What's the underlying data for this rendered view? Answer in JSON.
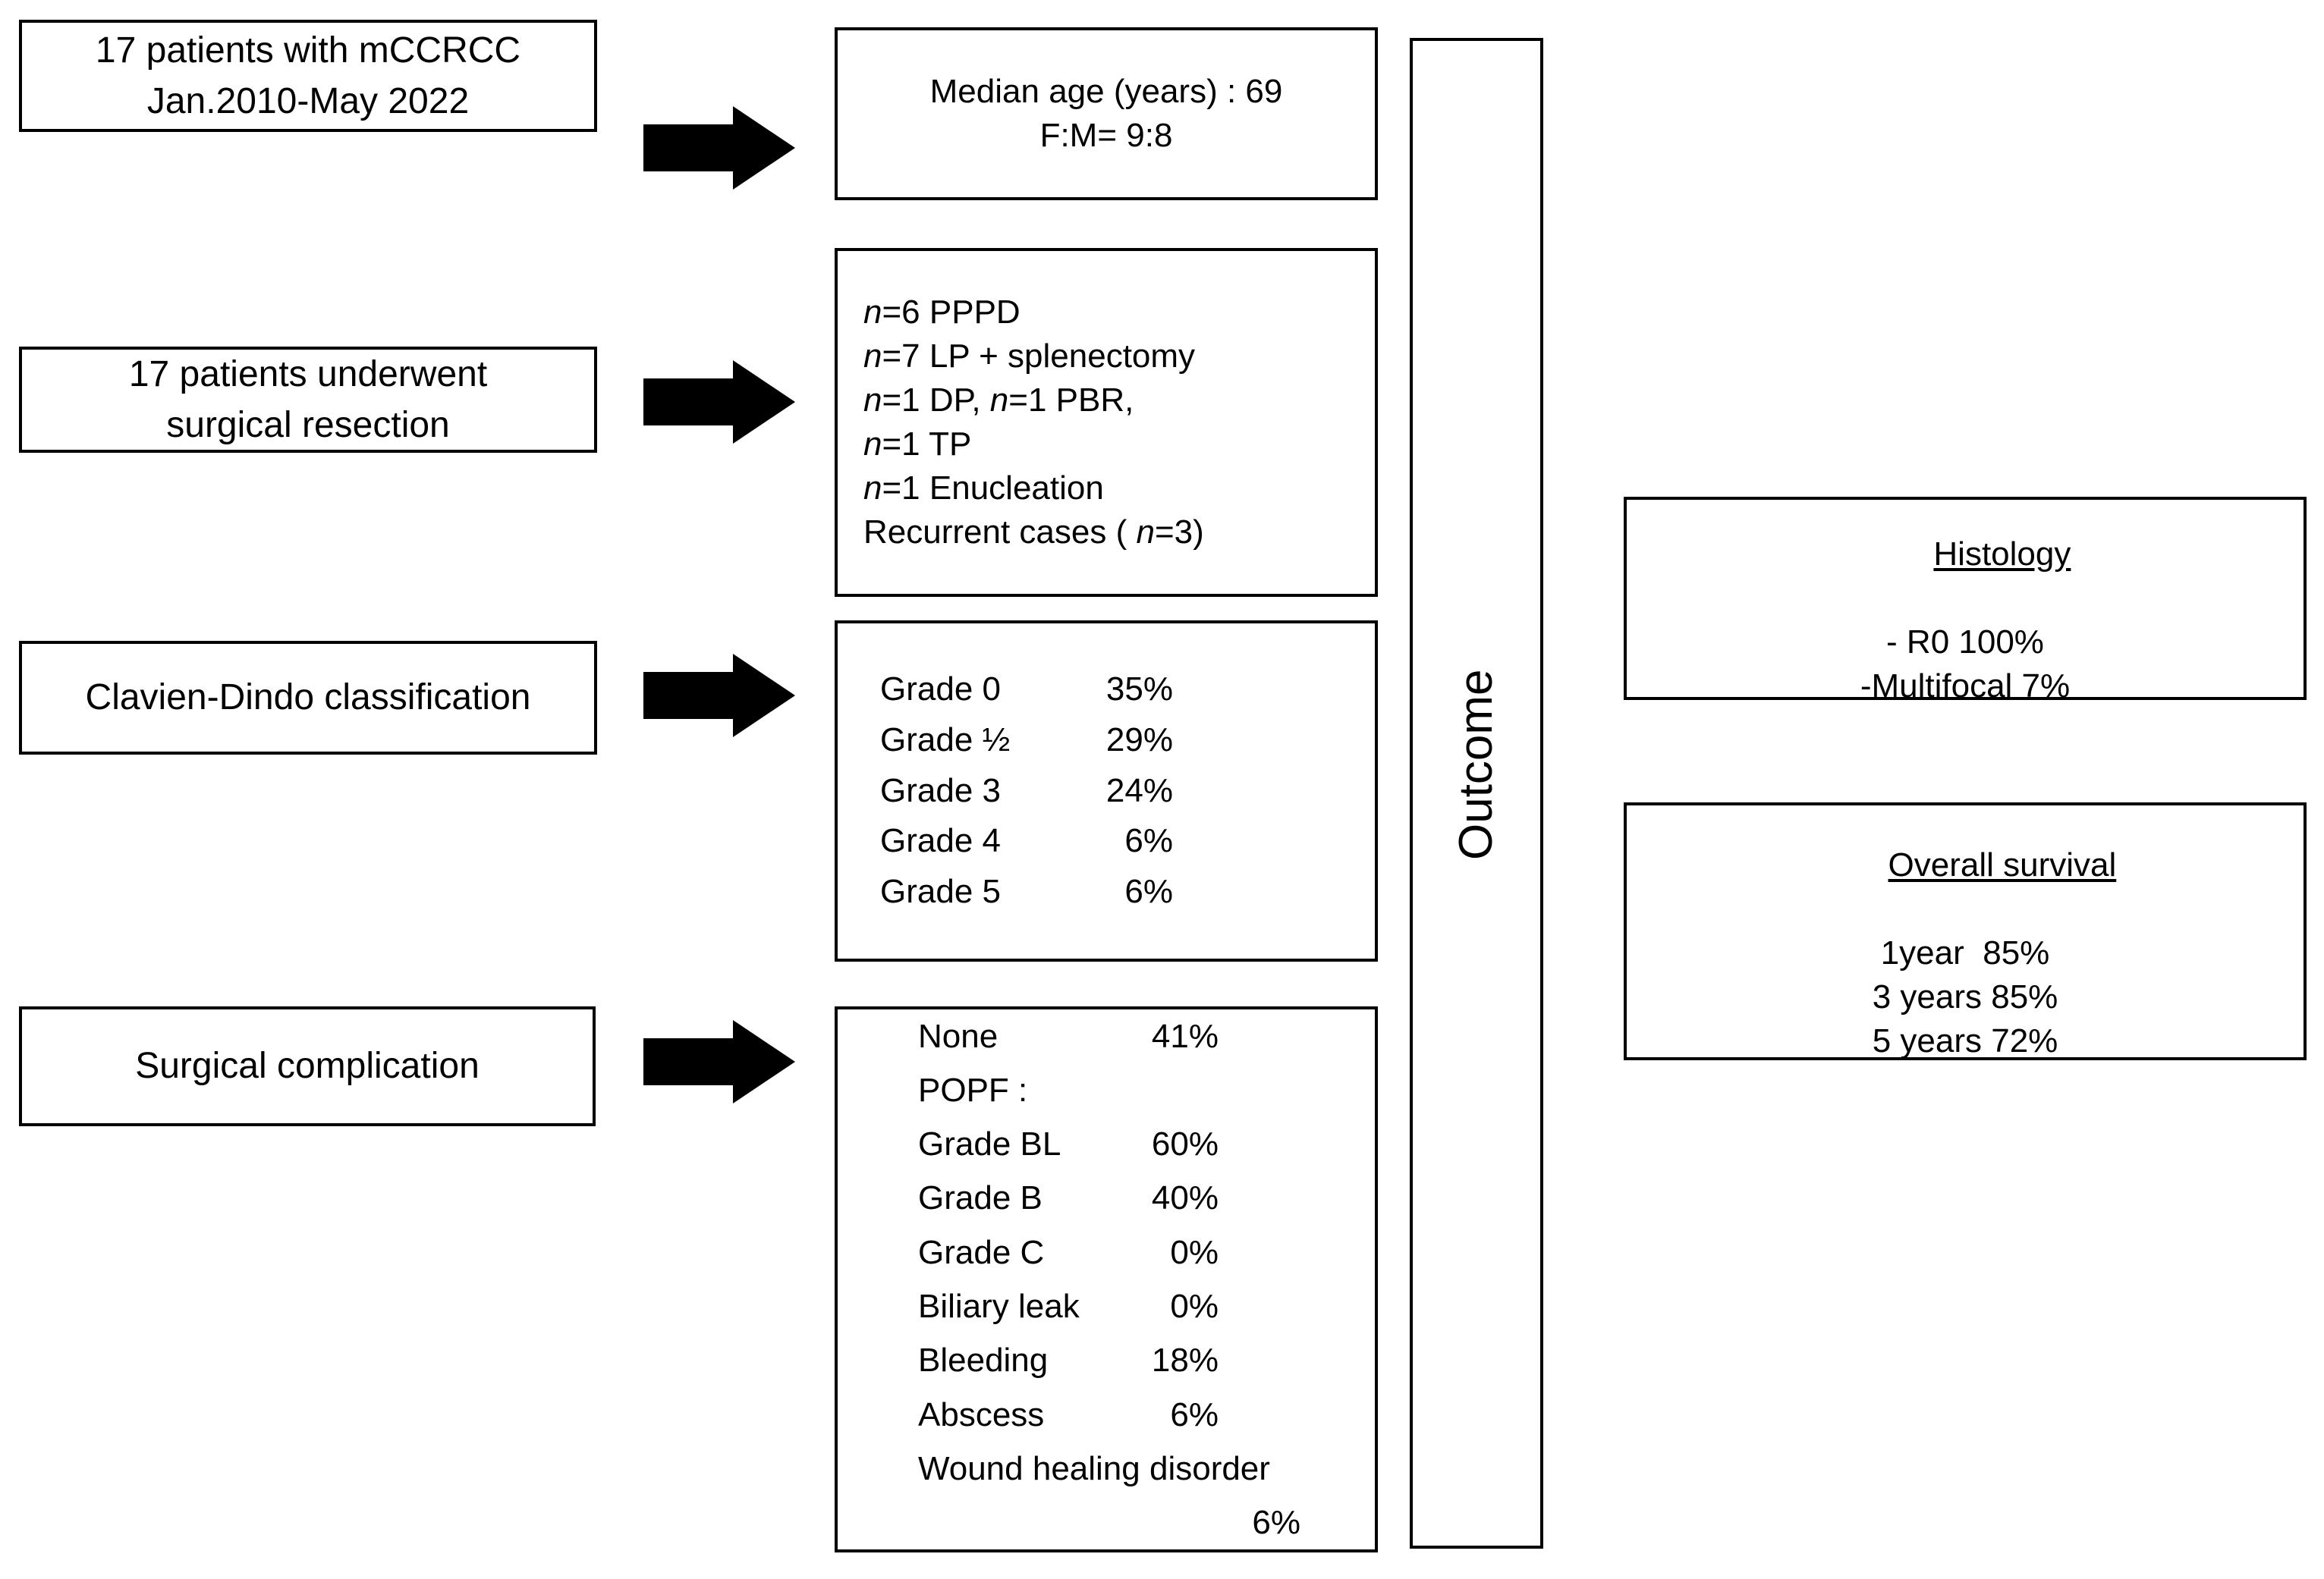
{
  "diagram": {
    "title": "Study flowchart of metastatic clear cell renal cell carcinoma to the pancreas",
    "stroke_color": "#000000",
    "background_color": "#ffffff"
  },
  "column_left": {
    "steps": [
      {
        "name": "cohort",
        "lines": [
          "17 patients with mCCRCC",
          "Jan.2010-May 2022"
        ]
      },
      {
        "name": "resection",
        "lines": [
          "17 patients underwent",
          "surgical resection"
        ]
      },
      {
        "name": "clavien-dindo",
        "lines": [
          "Clavien-Dindo classification"
        ]
      },
      {
        "name": "surgical-complication",
        "lines": [
          "Surgical complication"
        ]
      }
    ]
  },
  "column_middle": {
    "demographics": {
      "lines": [
        "Median age (years) : 69",
        "F:M= 9:8"
      ]
    },
    "procedures": {
      "items": [
        {
          "n": "n",
          "eq": "=6 PPPD"
        },
        {
          "n": "n",
          "eq": "=7 LP + splenectomy"
        },
        {
          "n": "n",
          "eq": "=1 DP, ",
          "n2": "n",
          "eq2": "=1 PBR,"
        },
        {
          "n": "n",
          "eq": "=1 TP"
        },
        {
          "n": "n",
          "eq": "=1 Enucleation"
        }
      ],
      "recurrent_prefix": "Recurrent cases ( ",
      "recurrent_n": "n",
      "recurrent_suffix": "=3)"
    },
    "clavien_grades": {
      "rows": [
        {
          "label": "Grade 0",
          "value": "35%"
        },
        {
          "label": "Grade ½",
          "value": "29%"
        },
        {
          "label": "Grade 3",
          "value": "24%"
        },
        {
          "label": "Grade 4",
          "value": "6%"
        },
        {
          "label": "Grade 5",
          "value": "6%"
        }
      ]
    },
    "complications": {
      "rows": [
        {
          "label": "None",
          "value": "41%",
          "type": "pair"
        },
        {
          "label": "POPF :",
          "value": "",
          "type": "full"
        },
        {
          "label": "Grade BL",
          "value": "60%",
          "type": "pair"
        },
        {
          "label": "Grade B",
          "value": "40%",
          "type": "pair"
        },
        {
          "label": "Grade C",
          "value": "0%",
          "type": "pair"
        },
        {
          "label": "Biliary leak",
          "value": "0%",
          "type": "pair"
        },
        {
          "label": "Bleeding",
          "value": "18%",
          "type": "pair"
        },
        {
          "label": "Abscess",
          "value": "6%",
          "type": "pair"
        },
        {
          "label": "Wound healing disorder",
          "value": "",
          "type": "full"
        },
        {
          "label": "",
          "value": "6%",
          "type": "tail"
        }
      ]
    }
  },
  "outcome_column": {
    "label": "Outcome"
  },
  "column_right": {
    "histology": {
      "heading": "Histology",
      "lines": [
        "- R0 100%",
        "-Multifocal 7%"
      ]
    },
    "survival": {
      "heading": "Overall survival",
      "lines": [
        "1year  85%",
        "3 years 85%",
        "5 years 72%"
      ]
    }
  },
  "arrows": [
    {
      "name": "arrow-cohort-to-demographics"
    },
    {
      "name": "arrow-resection-to-procedures"
    },
    {
      "name": "arrow-clavien-to-grades"
    },
    {
      "name": "arrow-complication-to-details"
    }
  ]
}
